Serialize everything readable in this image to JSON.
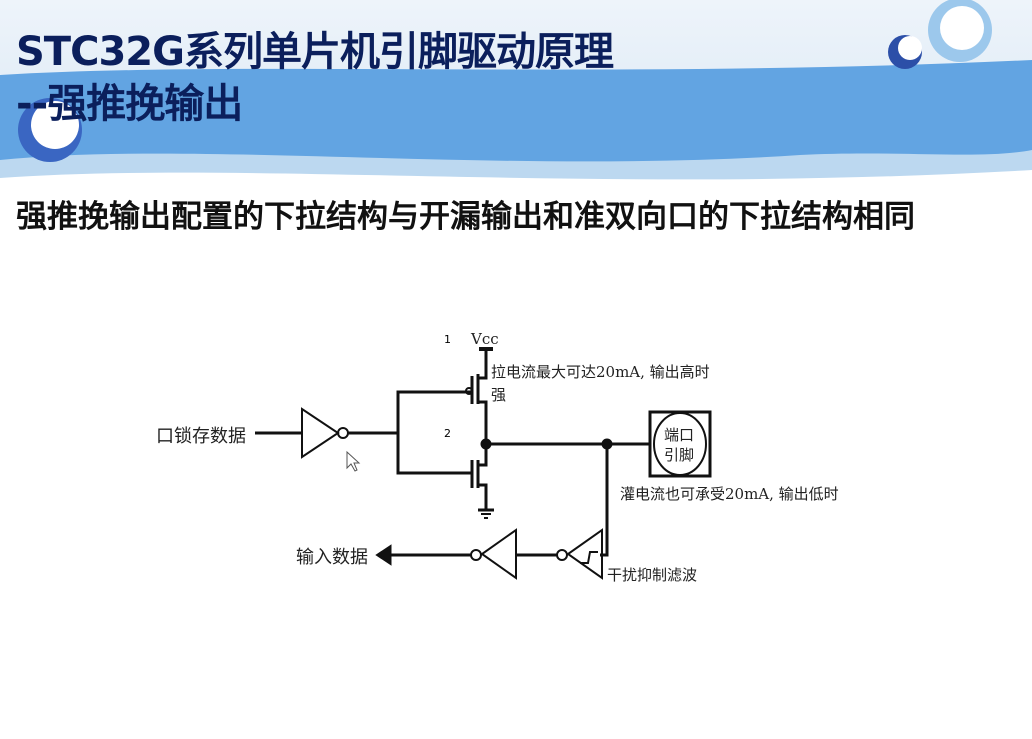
{
  "slide": {
    "title_line1": "STC32G系列单片机引脚驱动原理",
    "title_line2": "--强推挽输出",
    "subtitle": "强推挽输出配置的下拉结构与开漏输出和准双向口的下拉结构相同"
  },
  "circuit": {
    "vcc_label": "Vcc",
    "marker_1": "1",
    "marker_2": "2",
    "latch_data_label": "口锁存数据",
    "pull_current_label": "拉电流最大可达20mA, 输出高时",
    "pull_current_label2": "强",
    "pin_label_line1": "端口",
    "pin_label_line2": "引脚",
    "sink_current_label": "灌电流也可承受20mA, 输出低时",
    "input_data_label": "输入数据",
    "filter_label": "干扰抑制滤波"
  },
  "colors": {
    "title": "#0b1f5c",
    "banner": "#5a9fdf"
  }
}
